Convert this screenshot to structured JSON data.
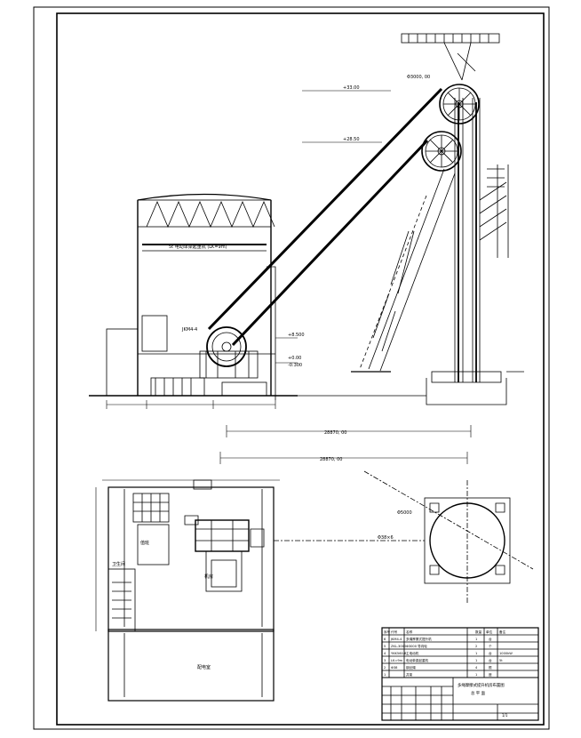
{
  "drawing": {
    "elevation_markers": [
      "+33.00",
      "+28.50",
      "+8.500",
      "+0.00",
      "-0.300"
    ],
    "headframe_sheave_label": "Φ3000, 00",
    "hoist_label": "JKM4-4",
    "elevation_overall_dimension": "28870, 00",
    "plan_overall_dimension": "28870, 00",
    "plan_rope_label": "Φ38×6 ",
    "plan_shaft_label": "Φ5000",
    "hoist_room_label": "机房",
    "hall_label": "配电室",
    "room_labels": [
      "值班",
      "卫生间"
    ],
    "crane_label": "5t 电动单梁起重机 (LK=9m)"
  },
  "title_block": {
    "rows": [
      {
        "no": "6",
        "code": "JKM4-4",
        "name": "多绳摩擦式提升机",
        "qty": "1",
        "unit": "台",
        "note": ""
      },
      {
        "no": "5",
        "code": "ZKL-3000",
        "name": "Φ3000 导向轮",
        "qty": "2",
        "unit": "个",
        "note": ""
      },
      {
        "no": "4",
        "code": "YKK560-8",
        "name": "主电动机",
        "qty": "1",
        "unit": "台",
        "note": "1000kW"
      },
      {
        "no": "3",
        "code": "LK=9m",
        "name": "电动单梁起重机",
        "qty": "1",
        "unit": "台",
        "note": "5t"
      },
      {
        "no": "2",
        "code": "Φ38",
        "name": "钢丝绳",
        "qty": "4",
        "unit": "根",
        "note": ""
      },
      {
        "no": "1",
        "code": "",
        "name": "井架",
        "qty": "1",
        "unit": "座",
        "note": ""
      }
    ],
    "header": {
      "no": "序号",
      "code": "代号",
      "name": "名称",
      "qty": "数量",
      "unit": "单位",
      "note": "备注"
    },
    "drawing_title": "多绳摩擦式提升机房布置图",
    "sub_title": "总 平 面",
    "sheet_no": "1/1"
  }
}
